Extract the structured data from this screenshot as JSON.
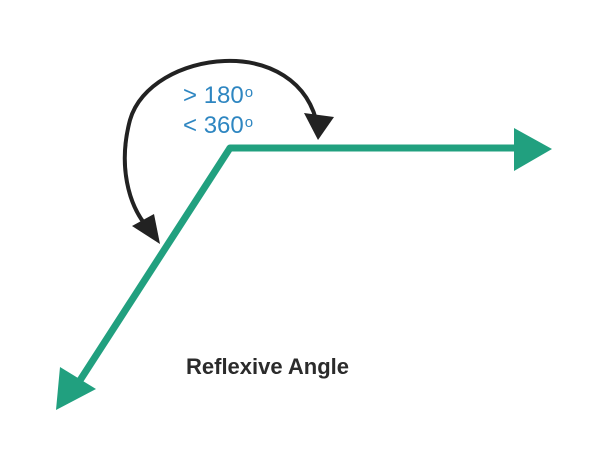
{
  "diagram": {
    "angle_range": {
      "lower": {
        "prefix": ">",
        "value": "180",
        "unit": "o"
      },
      "upper": {
        "prefix": "<",
        "value": "360",
        "unit": "o"
      }
    },
    "caption": "Reflexive Angle"
  },
  "colors": {
    "ray": "#21a07f",
    "arc": "#222222",
    "angle_text": "#2e86c1",
    "caption": "#2b2b2b"
  }
}
